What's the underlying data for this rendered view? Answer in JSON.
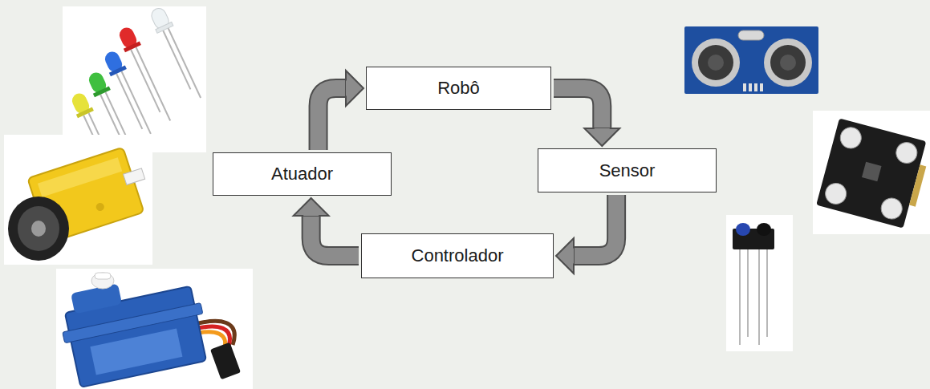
{
  "diagram": {
    "nodes": [
      {
        "text": [
          "Robô"
        ]
      },
      {
        "text": [
          "Atuador"
        ]
      },
      {
        "text": [
          "Sensor"
        ]
      },
      {
        "text": [
          "Controlador"
        ]
      }
    ],
    "edges": [
      {
        "from": 0,
        "to": 2,
        "arrow": "to"
      },
      {
        "from": 2,
        "to": 3,
        "arrow": "to"
      },
      {
        "from": 3,
        "to": 1,
        "arrow": "to"
      },
      {
        "from": 1,
        "to": 0,
        "arrow": "to"
      }
    ]
  }
}
